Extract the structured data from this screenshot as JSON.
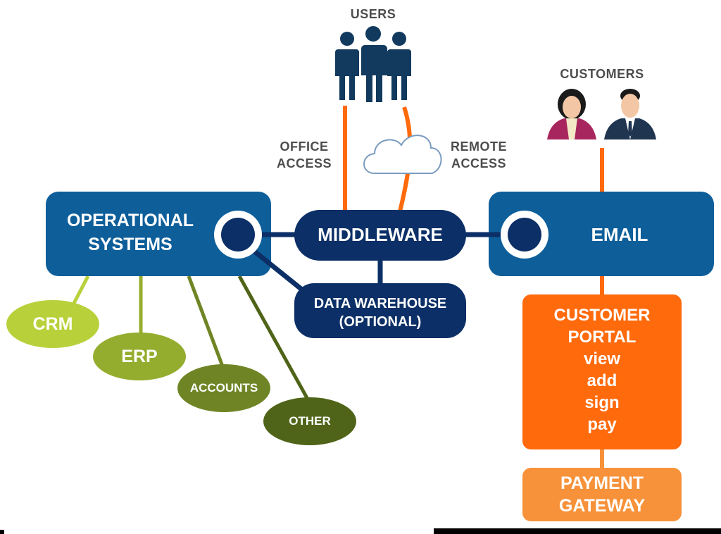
{
  "labels": {
    "users": "USERS",
    "customers": "CUSTOMERS",
    "office_access": [
      "OFFICE",
      "ACCESS"
    ],
    "remote_access": [
      "REMOTE",
      "ACCESS"
    ],
    "operational_systems": [
      "OPERATIONAL",
      "SYSTEMS"
    ],
    "middleware": "MIDDLEWARE",
    "email": "EMAIL",
    "data_warehouse": [
      "DATA WAREHOUSE",
      "(OPTIONAL)"
    ],
    "crm": "CRM",
    "erp": "ERP",
    "accounts": "ACCOUNTS",
    "other": "OTHER",
    "customer_portal": [
      "CUSTOMER",
      "PORTAL",
      "view",
      "add",
      "sign",
      "pay"
    ],
    "payment_gateway": [
      "PAYMENT",
      "GATEWAY"
    ]
  },
  "colors": {
    "blue": "#0e5e9a",
    "navy": "#0b2f66",
    "orange": "#ff6a0c",
    "light_orange": "#f7923a",
    "crm": "#b8d13b",
    "erp": "#95ad2e",
    "accounts": "#6f8525",
    "other": "#4f6418",
    "people": "#123a5e"
  },
  "icons": {
    "users": "users-group-icon",
    "customers": "customer-people-icon",
    "cloud": "cloud-icon"
  }
}
